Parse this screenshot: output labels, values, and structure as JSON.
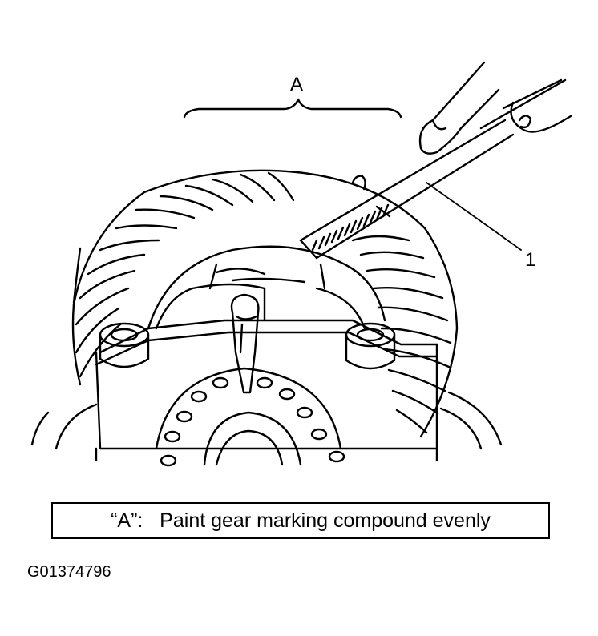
{
  "diagram": {
    "label_a": "A",
    "label_1": "1",
    "caption": "“A”:   Paint gear marking compound evenly",
    "figure_id": "G01374796"
  },
  "colors": {
    "ink": "#000000",
    "paper": "#ffffff"
  }
}
